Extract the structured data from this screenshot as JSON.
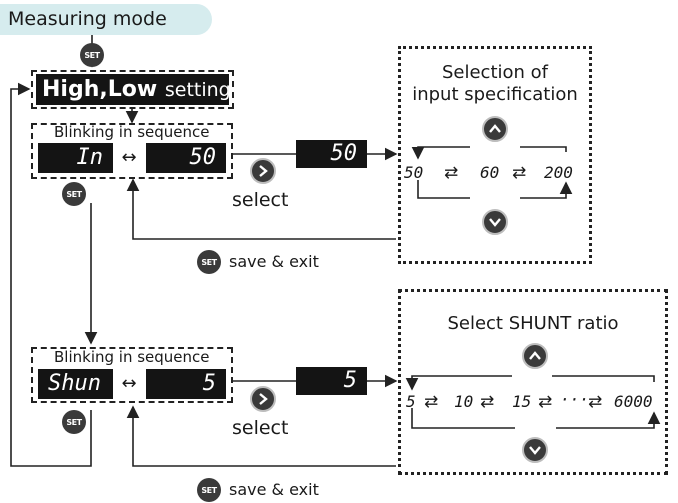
{
  "mode_title": "Measuring mode",
  "set_label": "SET",
  "high_low": {
    "main": "High,Low",
    "suffix": "setting"
  },
  "blink_caption": "Blinking in sequence",
  "double_arrow": "↔",
  "swap_glyph": "⇄",
  "select_label": "select",
  "save_exit_label": "save & exit",
  "row1": {
    "lcd_left": "In",
    "lcd_value": "50",
    "lcd_selected": "50"
  },
  "row2": {
    "lcd_left": "Shun",
    "lcd_value": "5",
    "lcd_selected": "5"
  },
  "panel1": {
    "title_line1": "Selection of",
    "title_line2": "input specification",
    "options": [
      "50",
      "60",
      "200"
    ]
  },
  "panel2": {
    "title": "Select  SHUNT ratio",
    "options": [
      "5",
      "10",
      "15",
      "···",
      "6000"
    ]
  },
  "icons": {
    "up": "chevron-up-icon",
    "down": "chevron-down-icon",
    "right": "chevron-right-icon"
  },
  "colors": {
    "lcd_bg": "#141414",
    "mode_bg": "#d6ecee",
    "button": "#3a3a3a"
  }
}
